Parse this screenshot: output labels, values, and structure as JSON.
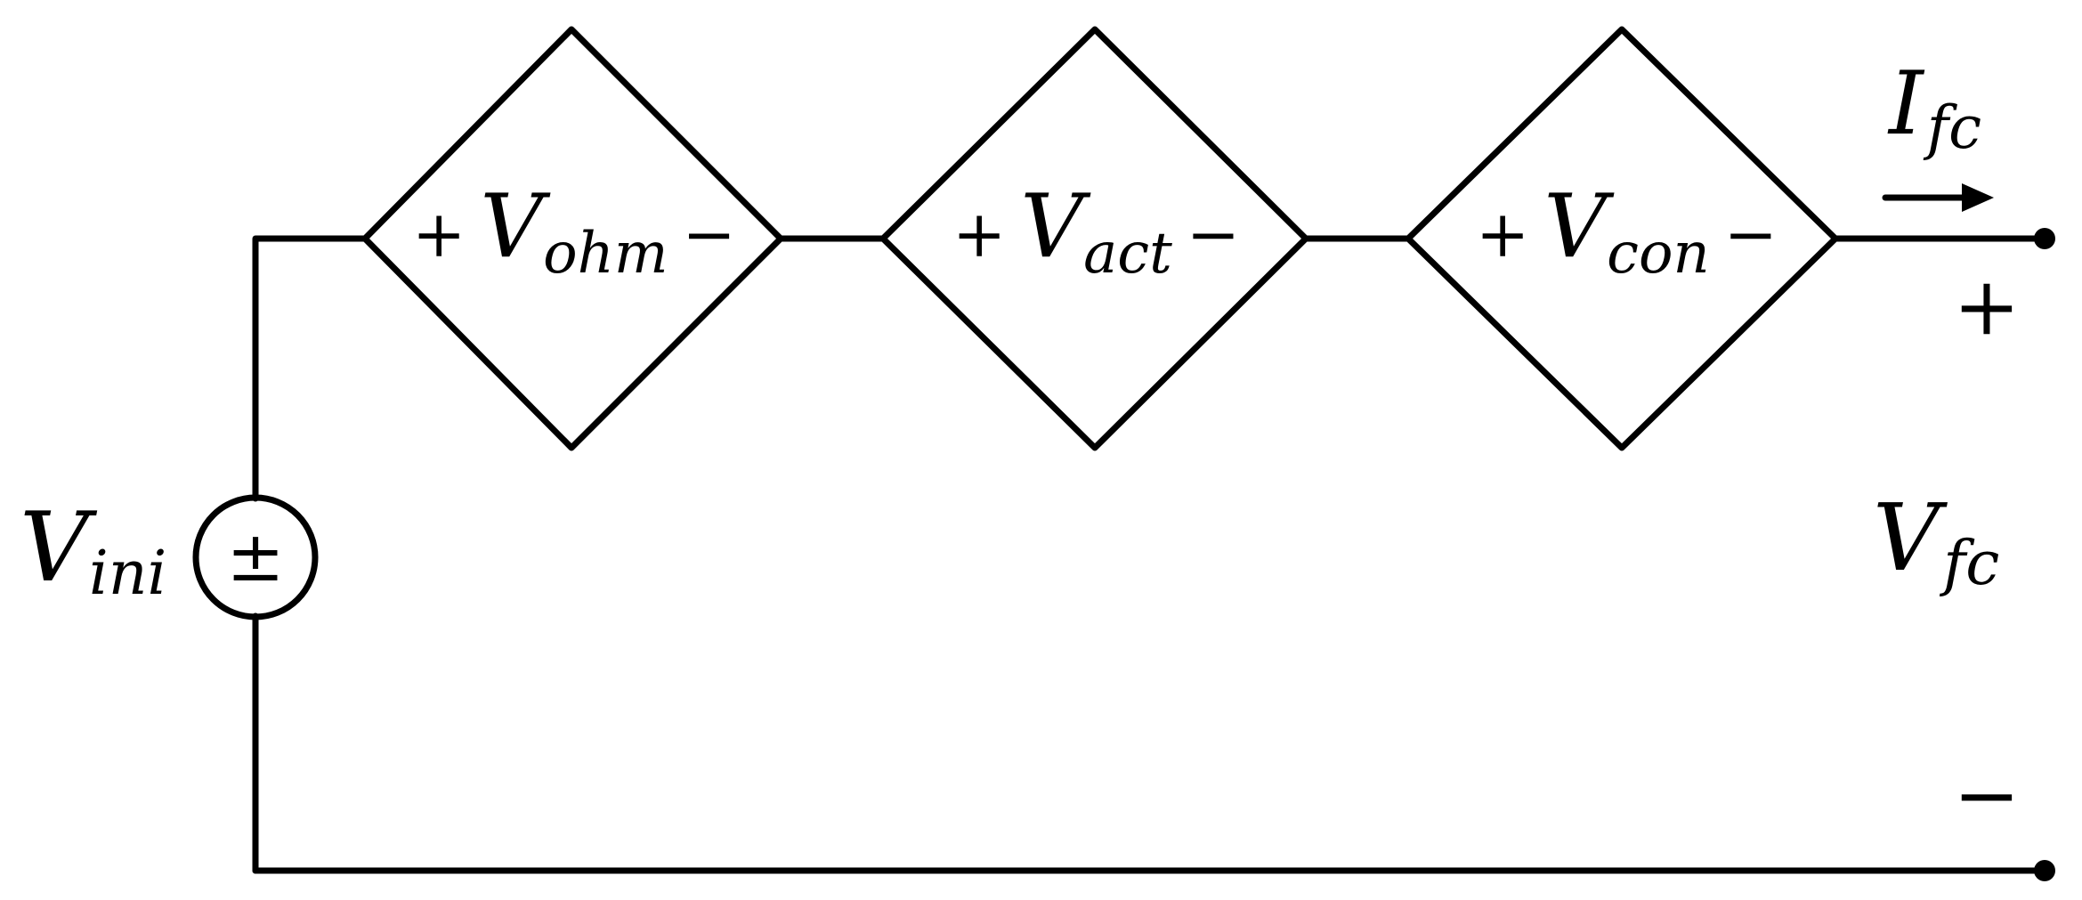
{
  "source": {
    "label_main": "V",
    "label_sub": "ini",
    "symbol": "±"
  },
  "blocks": [
    {
      "plus": "+",
      "main": "V",
      "sub": "ohm",
      "minus": "−"
    },
    {
      "plus": "+",
      "main": "V",
      "sub": "act",
      "minus": "−"
    },
    {
      "plus": "+",
      "main": "V",
      "sub": "con",
      "minus": "−"
    }
  ],
  "output": {
    "current_main": "I",
    "current_sub": "fc",
    "voltage_main": "V",
    "voltage_sub": "fc",
    "plus": "+",
    "minus": "−"
  },
  "colors": {
    "stroke": "#000000",
    "background": "#ffffff"
  }
}
